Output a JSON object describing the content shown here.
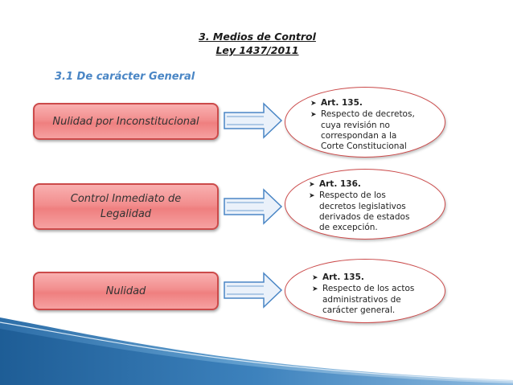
{
  "title": {
    "line1": "3. Medios de Control ",
    "line2": "Ley 1437/2011"
  },
  "subtitle": "3.1 De carácter General",
  "items": [
    {
      "label_lines": [
        "Nulidad por Inconstitucional"
      ],
      "details": [
        {
          "text": "Art. 135.",
          "bullet": true,
          "bold": true
        },
        {
          "text": "Respecto de decretos,",
          "bullet": true,
          "bold": false
        },
        {
          "text": "cuya revisión no",
          "bullet": false,
          "bold": false
        },
        {
          "text": "correspondan a la",
          "bullet": false,
          "bold": false
        },
        {
          "text": "Corte Constitucional",
          "bullet": false,
          "bold": false
        }
      ]
    },
    {
      "label_lines": [
        "Control Inmediato de",
        "Legalidad"
      ],
      "details": [
        {
          "text": "Art. 136.",
          "bullet": true,
          "bold": true
        },
        {
          "text": "Respecto de los",
          "bullet": true,
          "bold": false
        },
        {
          "text": "decretos legislativos",
          "bullet": false,
          "bold": false
        },
        {
          "text": "derivados de estados",
          "bullet": false,
          "bold": false
        },
        {
          "text": "de excepción.",
          "bullet": false,
          "bold": false
        }
      ]
    },
    {
      "label_lines": [
        "Nulidad"
      ],
      "details": [
        {
          "text": "Art. 135.",
          "bullet": true,
          "bold": true
        },
        {
          "text": "Respecto de los actos",
          "bullet": true,
          "bold": false
        },
        {
          "text": "administrativos de",
          "bullet": false,
          "bold": false
        },
        {
          "text": "carácter general.",
          "bullet": false,
          "bold": false
        }
      ]
    }
  ],
  "bullet_symbol": "➤",
  "colors": {
    "box_fill": "#f28e8e",
    "box_border": "#cc4a4a",
    "arrow_fill": "#eaf1fa",
    "arrow_stroke": "#4a86c5",
    "subtitle": "#4a86c5",
    "footer_blue": "#3b78b0"
  }
}
